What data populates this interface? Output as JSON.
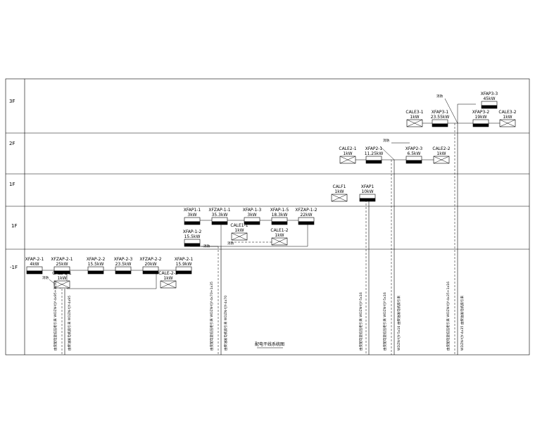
{
  "floors": [
    "3F",
    "2F",
    "1F",
    "1F",
    "-1F"
  ],
  "title": "配电干线系统图",
  "devices": [
    {
      "id": "d01",
      "name": "XFAP3-3",
      "power": "45kW",
      "kind": "panel"
    },
    {
      "id": "d02",
      "name": "CALE3-1",
      "power": "1kW",
      "kind": "cross"
    },
    {
      "id": "d03",
      "name": "XFAP3-1",
      "power": "23.55kW",
      "kind": "panel"
    },
    {
      "id": "d04",
      "name": "XFAP3-2",
      "power": "19kW",
      "kind": "panel"
    },
    {
      "id": "d05",
      "name": "CALE3-2",
      "power": "1kW",
      "kind": "cross"
    },
    {
      "id": "d06",
      "name": "CALE2-1",
      "power": "1kW",
      "kind": "cross"
    },
    {
      "id": "d07",
      "name": "XFAP2-1",
      "power": "11.25kW",
      "kind": "panel"
    },
    {
      "id": "d08",
      "name": "XFAP2-3",
      "power": "6.5kW",
      "kind": "panel"
    },
    {
      "id": "d09",
      "name": "CALE2-2",
      "power": "1kW",
      "kind": "cross"
    },
    {
      "id": "d10",
      "name": "CALF1",
      "power": "1kW",
      "kind": "cross"
    },
    {
      "id": "d11",
      "name": "XFAP1",
      "power": "10kW",
      "kind": "panel"
    },
    {
      "id": "d12",
      "name": "XFAP1-1",
      "power": "3kW",
      "kind": "panel"
    },
    {
      "id": "d13",
      "name": "XFZAP-1-1",
      "power": "35.3kW",
      "kind": "panel"
    },
    {
      "id": "d14",
      "name": "XFAP-1-3",
      "power": "3kW",
      "kind": "panel"
    },
    {
      "id": "d15",
      "name": "XFAP-1-5",
      "power": "18.3kW",
      "kind": "panel"
    },
    {
      "id": "d16",
      "name": "XFZAP-1-2",
      "power": "22kW",
      "kind": "panel"
    },
    {
      "id": "d17",
      "name": "XFAP-1-2",
      "power": "15.5kW",
      "kind": "panel"
    },
    {
      "id": "d18",
      "name": "CALE1-1",
      "power": "1kW",
      "kind": "cross"
    },
    {
      "id": "d19",
      "name": "CALE1-2",
      "power": "1kW",
      "kind": "cross"
    },
    {
      "id": "d20",
      "name": "XFAP-2-1",
      "power": "4kW",
      "kind": "panel"
    },
    {
      "id": "d21",
      "name": "XFZAP-2-1",
      "power": "25kW",
      "kind": "panel"
    },
    {
      "id": "d22",
      "name": "XFAP-2-2",
      "power": "15.5kW",
      "kind": "panel"
    },
    {
      "id": "d23",
      "name": "XFAP-2-3",
      "power": "23.5kW",
      "kind": "panel"
    },
    {
      "id": "d24",
      "name": "XFZAP-2-2",
      "power": "20kW",
      "kind": "panel"
    },
    {
      "id": "d25",
      "name": "XFAP-2-1",
      "power": "15.9kW",
      "kind": "panel"
    },
    {
      "id": "d26",
      "name": "CALE-2-1",
      "power": "1kW",
      "kind": "cross"
    },
    {
      "id": "d27",
      "name": "CALE-2-2",
      "power": "1kW",
      "kind": "cross"
    }
  ],
  "labels": [
    {
      "id": "k1",
      "text": "消防"
    },
    {
      "id": "k2",
      "text": "消防"
    },
    {
      "id": "k3",
      "text": "消防"
    },
    {
      "id": "k4",
      "text": "消防"
    },
    {
      "id": "k5",
      "text": "消防"
    }
  ],
  "feeders": [
    {
      "id": "f1",
      "lines": [
        "由变配电室低压柜引来 WDZN-YJY-4x95+1x50",
        "由柴油发电机房引来 WDZN-YJY-4x95"
      ]
    },
    {
      "id": "f2",
      "lines": [
        "由变配电室低压柜引来 WDZN-YJY-4x70+1x35",
        "由柴油发电机房引来 WDZN-YJY-4x70"
      ]
    },
    {
      "id": "f3",
      "lines": [
        "由变配电室低压柜引来 WDZN-YJY-5x16"
      ]
    },
    {
      "id": "f4",
      "lines": [
        "由变配电室低压柜引来 WDZN-YJY-5x16",
        "WDZN-YJY-5x16 由柴油发电机房引来"
      ]
    },
    {
      "id": "f5",
      "lines": [
        "由变配电室低压柜引来 WDZN-YJY-4x35+1x16",
        "WDZN-YJY-4x35 由柴油发电机房引来"
      ]
    }
  ]
}
